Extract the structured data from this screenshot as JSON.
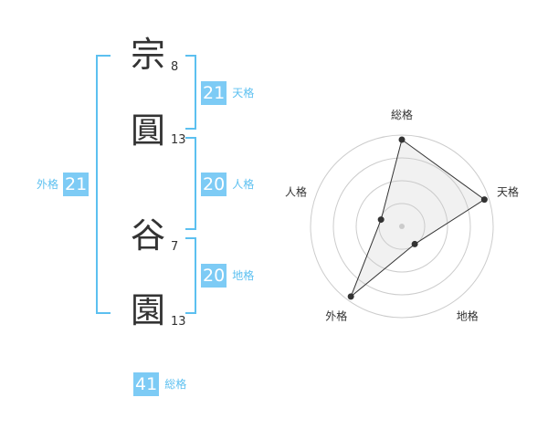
{
  "name": {
    "chars": [
      {
        "char": "宗",
        "strokes": "8"
      },
      {
        "char": "圓",
        "strokes": "13"
      },
      {
        "char": "谷",
        "strokes": "7"
      },
      {
        "char": "園",
        "strokes": "13"
      }
    ]
  },
  "fortune": {
    "tenkaku": {
      "value": "21",
      "label": "天格"
    },
    "jinkaku": {
      "value": "20",
      "label": "人格"
    },
    "chikaku": {
      "value": "20",
      "label": "地格"
    },
    "gaikaku": {
      "value": "21",
      "label": "外格"
    },
    "soukaku": {
      "value": "41",
      "label": "総格"
    }
  },
  "colors": {
    "accent": "#5cc0f0",
    "badge_bg": "#7dcbf5",
    "text": "#333333"
  },
  "chart_data": {
    "type": "radar",
    "axes": [
      "総格",
      "天格",
      "地格",
      "外格",
      "人格"
    ],
    "values": [
      0.95,
      0.95,
      0.24,
      0.95,
      0.24
    ],
    "max": 1,
    "rings": 4
  }
}
